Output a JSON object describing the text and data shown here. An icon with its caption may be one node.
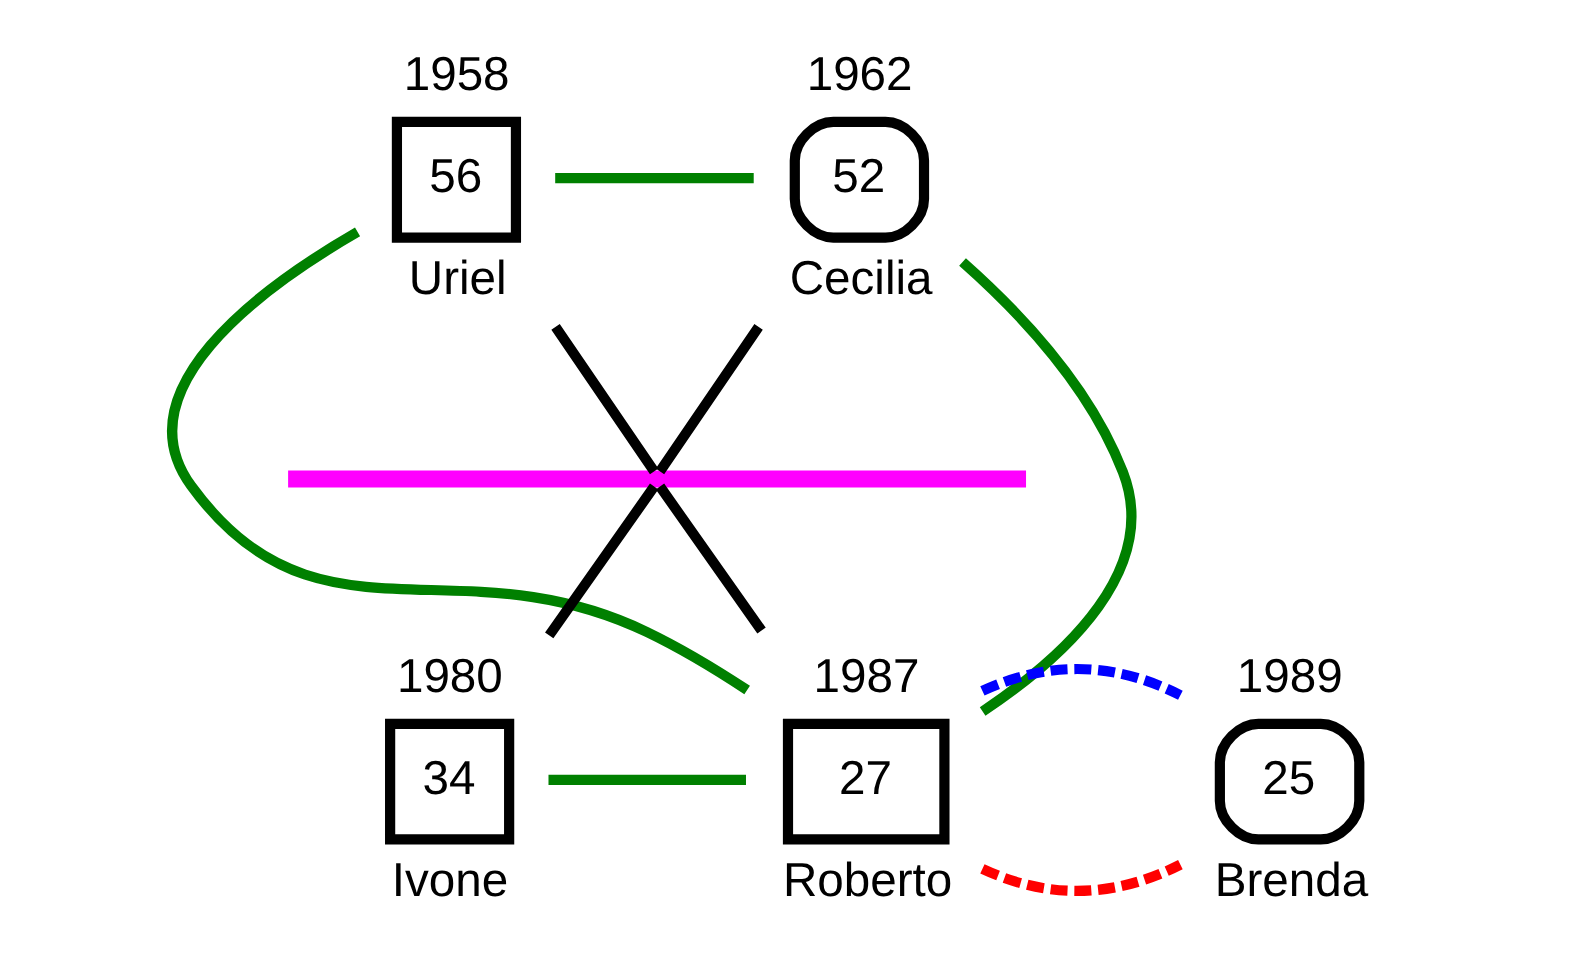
{
  "diagram": {
    "nodes": [
      {
        "text": [
          "56"
        ],
        "beside": [
          "1958",
          "Uriel"
        ]
      },
      {
        "text": [
          "52"
        ],
        "beside": [
          "1962",
          "Cecilia"
        ]
      },
      {
        "text": [],
        "shape": "bar"
      },
      {
        "text": [
          "34"
        ],
        "beside": [
          "1980",
          "Ivone"
        ]
      },
      {
        "text": [
          "27"
        ],
        "beside": [
          "1987",
          "Roberto"
        ]
      },
      {
        "text": [
          "25"
        ],
        "beside": [
          "1989",
          "Brenda"
        ]
      }
    ],
    "edges": [
      {
        "from": 0,
        "to": 1,
        "arrow": "none"
      },
      {
        "from": 0,
        "to": 4,
        "arrow": "none"
      },
      {
        "from": 1,
        "to": 4,
        "arrow": "none"
      },
      {
        "from": 0,
        "to": 2,
        "arrow": "none",
        "color": "#000000"
      },
      {
        "from": 1,
        "to": 2,
        "arrow": "none",
        "color": "#000000"
      },
      {
        "from": 2,
        "to": 3,
        "arrow": "none",
        "color": "#000000"
      },
      {
        "from": 2,
        "to": 4,
        "arrow": "none",
        "color": "#000000"
      },
      {
        "from": 3,
        "to": 4,
        "arrow": "none"
      },
      {
        "from": 4,
        "to": 5,
        "arrow": "none",
        "style": "dashed",
        "color": "#ff0000"
      },
      {
        "from": 4,
        "to": 5,
        "arrow": "none",
        "style": "dashed",
        "color": "#0000ff"
      }
    ]
  }
}
